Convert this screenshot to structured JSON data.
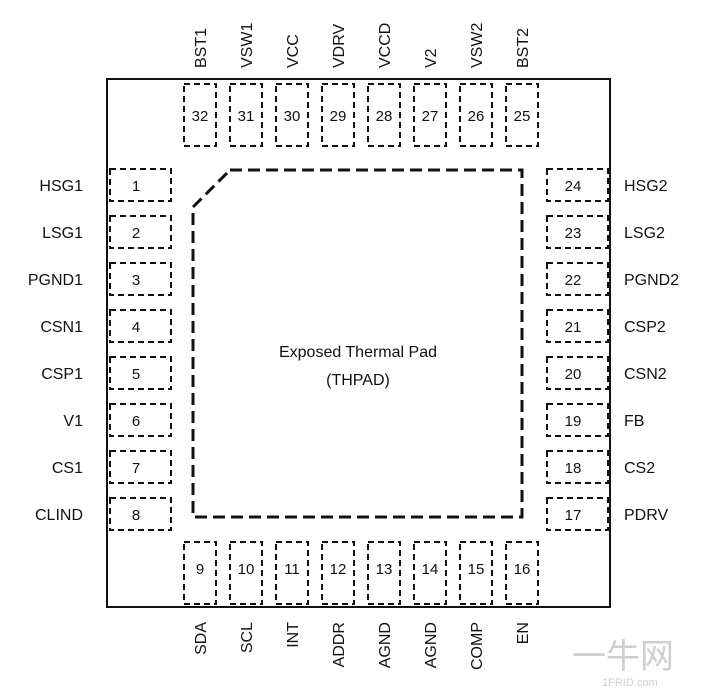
{
  "pad": {
    "line1": "Exposed Thermal Pad",
    "line2": "(THPAD)"
  },
  "left_pins": [
    {
      "num": "1",
      "name": "HSG1"
    },
    {
      "num": "2",
      "name": "LSG1"
    },
    {
      "num": "3",
      "name": "PGND1"
    },
    {
      "num": "4",
      "name": "CSN1"
    },
    {
      "num": "5",
      "name": "CSP1"
    },
    {
      "num": "6",
      "name": "V1"
    },
    {
      "num": "7",
      "name": "CS1"
    },
    {
      "num": "8",
      "name": "CLIND"
    }
  ],
  "bottom_pins": [
    {
      "num": "9",
      "name": "SDA"
    },
    {
      "num": "10",
      "name": "SCL"
    },
    {
      "num": "11",
      "name": "INT"
    },
    {
      "num": "12",
      "name": "ADDR"
    },
    {
      "num": "13",
      "name": "AGND"
    },
    {
      "num": "14",
      "name": "AGND"
    },
    {
      "num": "15",
      "name": "COMP"
    },
    {
      "num": "16",
      "name": "EN"
    }
  ],
  "right_pins": [
    {
      "num": "17",
      "name": "PDRV"
    },
    {
      "num": "18",
      "name": "CS2"
    },
    {
      "num": "19",
      "name": "FB"
    },
    {
      "num": "20",
      "name": "CSN2"
    },
    {
      "num": "21",
      "name": "CSP2"
    },
    {
      "num": "22",
      "name": "PGND2"
    },
    {
      "num": "23",
      "name": "LSG2"
    },
    {
      "num": "24",
      "name": "HSG2"
    }
  ],
  "top_pins": [
    {
      "num": "25",
      "name": "BST2"
    },
    {
      "num": "26",
      "name": "VSW2"
    },
    {
      "num": "27",
      "name": "V2"
    },
    {
      "num": "28",
      "name": "VCCD"
    },
    {
      "num": "29",
      "name": "VDRV"
    },
    {
      "num": "30",
      "name": "VCC"
    },
    {
      "num": "31",
      "name": "VSW1"
    },
    {
      "num": "32",
      "name": "BST1"
    }
  ],
  "watermark": {
    "text": "一牛网",
    "subtext": "1FRID.com"
  }
}
